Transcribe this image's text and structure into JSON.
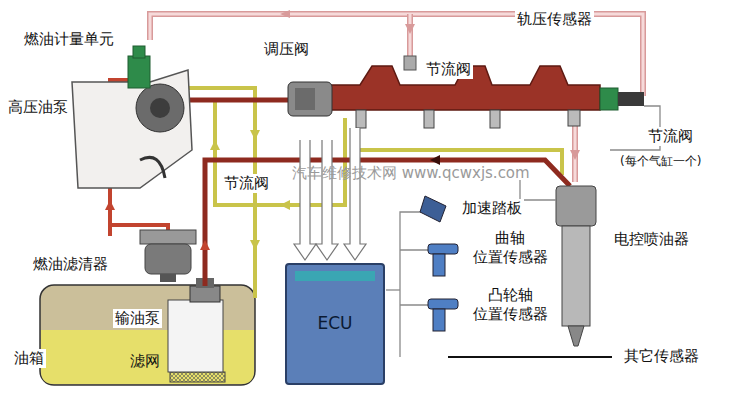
{
  "diagram": {
    "nodes": [
      {
        "text": [
          "ECU"
        ]
      }
    ],
    "labels": [
      "燃油计量单元",
      "高压油泵",
      "调压阀",
      "节流阀",
      "轨压传感器",
      "节流阀",
      "(每个气缸一个)",
      "节流阀",
      "汽车维修技术网 www.qcwxjs.com",
      "加速踏板",
      "曲轴 位置传感器",
      "凸轮轴 位置传感器",
      "电控喷油器",
      "其它传感器",
      "燃油滤清器",
      "输油泵",
      "油箱",
      "滤网"
    ]
  }
}
